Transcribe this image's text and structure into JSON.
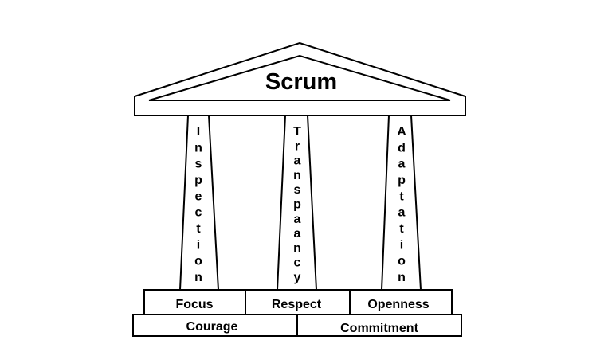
{
  "diagram": {
    "title": "Scrum",
    "pillars": [
      {
        "label": "Inspection"
      },
      {
        "label": "Transpaancy"
      },
      {
        "label": "Adaptation"
      }
    ],
    "values_row_top": [
      "Focus",
      "Respect",
      "Openness"
    ],
    "values_row_bottom": [
      "Courage",
      "Commitment"
    ]
  }
}
